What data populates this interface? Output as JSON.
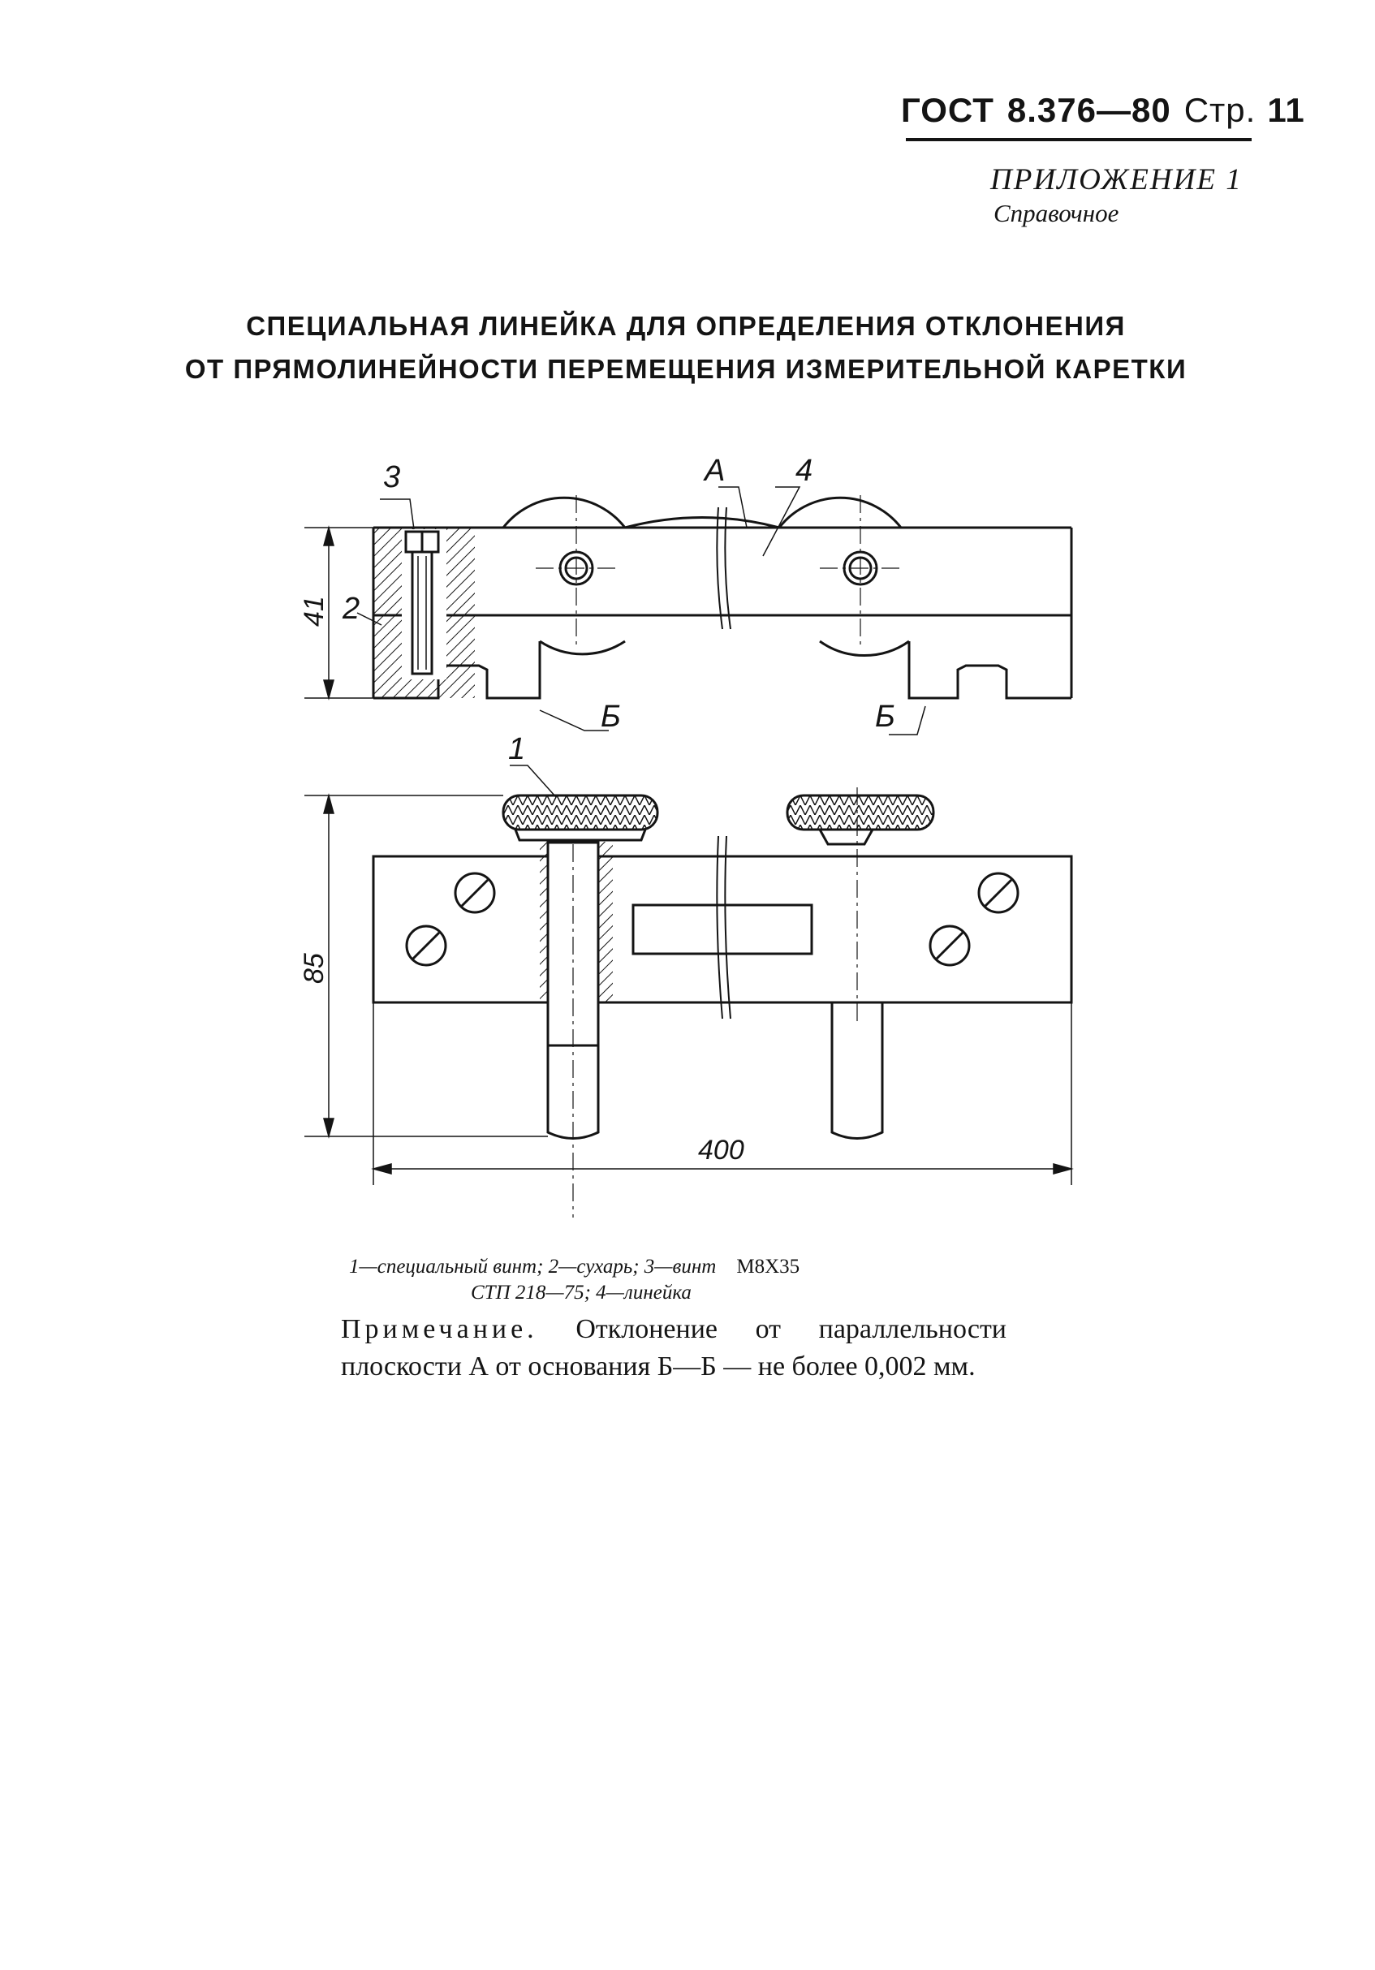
{
  "header": {
    "standard": "ГОСТ",
    "number": "8.376—80",
    "page_label": "Стр.",
    "page_number": "11"
  },
  "appendix": {
    "title": "ПРИЛОЖЕНИЕ 1",
    "subtitle": "Справочное"
  },
  "document_title": {
    "line1": "СПЕЦИАЛЬНАЯ ЛИНЕЙКА ДЛЯ ОПРЕДЕЛЕНИЯ ОТКЛОНЕНИЯ",
    "line2": "ОТ ПРЯМОЛИНЕЙНОСТИ ПЕРЕМЕЩЕНИЯ ИЗМЕРИТЕЛЬНОЙ КАРЕТКИ"
  },
  "drawing": {
    "labels": {
      "plane": "А",
      "base_left": "Б",
      "base_right": "Б",
      "item1": "1",
      "item2": "2",
      "item3": "3",
      "item4": "4"
    },
    "dimensions": {
      "height_top": "41",
      "height_bottom": "85",
      "length": "400"
    }
  },
  "caption": {
    "line1": "1—специальный винт; 2—сухарь; 3—винт",
    "spec": "M8X35",
    "line2": "СТП 218—75; 4—линейка"
  },
  "note": {
    "label": "Примечание.",
    "text": "Отклонение от параллельности плоскости А от основания Б—Б — не более 0,002 мм."
  }
}
